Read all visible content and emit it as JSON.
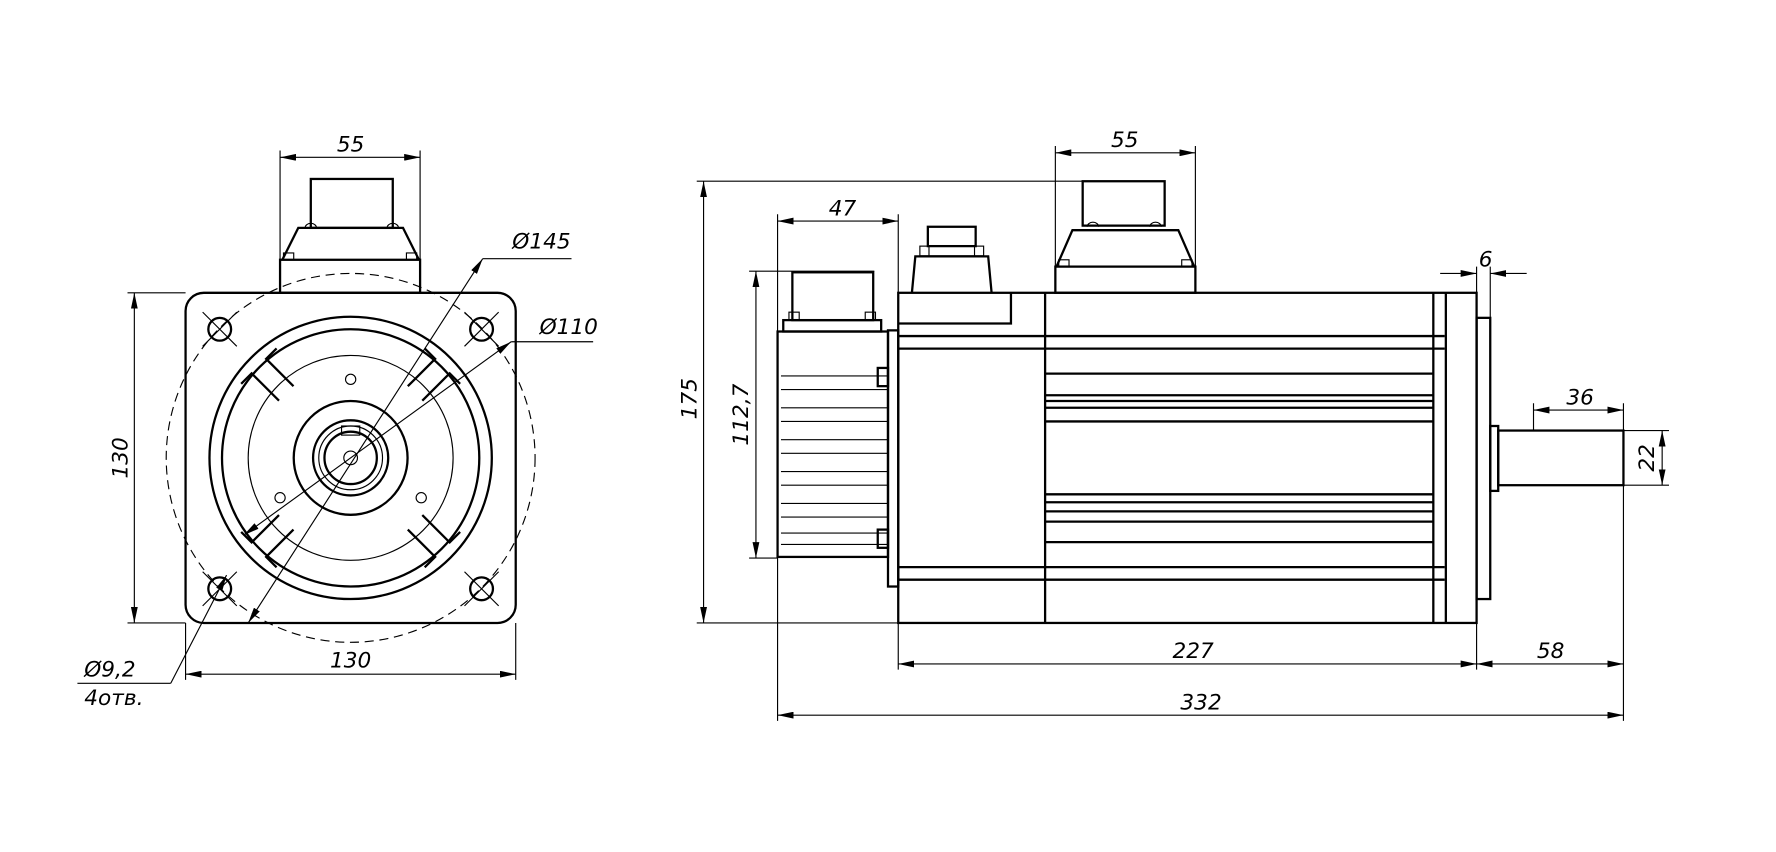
{
  "front_view": {
    "connector_width": "55",
    "flange_height": "130",
    "flange_width": "130",
    "bolt_circle": "Ø145",
    "pilot_diameter": "Ø110",
    "hole_diameter": "Ø9,2",
    "hole_count": "4отв."
  },
  "side_view": {
    "connector_width": "55",
    "overall_height": "175",
    "encoder_length": "47",
    "encoder_height": "112,7",
    "flange_thickness": "6",
    "key_length": "36",
    "shaft_diameter": "22",
    "body_length": "227",
    "shaft_length": "58",
    "overall_length": "332"
  },
  "colors": {
    "line": "#000000",
    "background": "#ffffff"
  }
}
